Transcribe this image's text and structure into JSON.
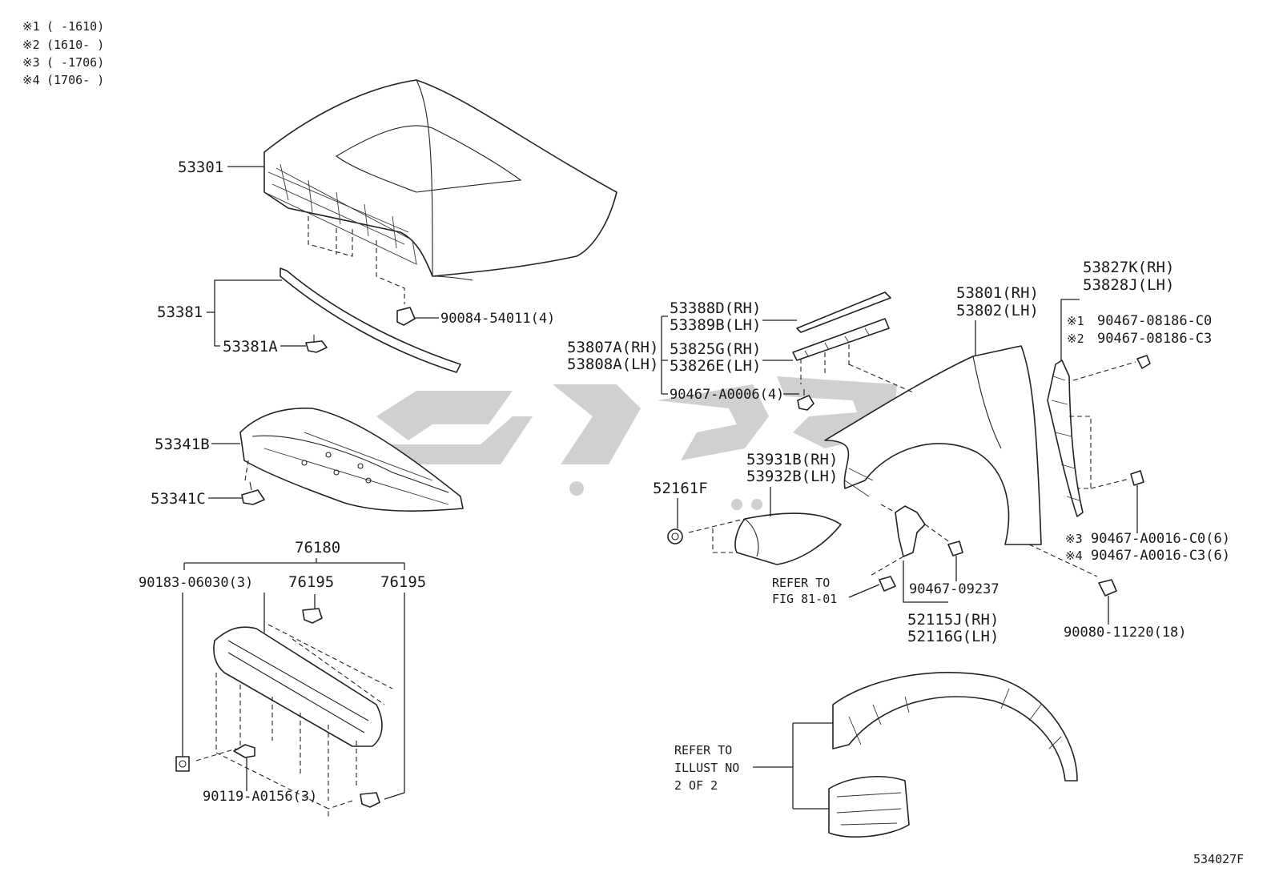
{
  "notes": [
    {
      "mark": "※1",
      "range": "(      -1610)"
    },
    {
      "mark": "※2",
      "range": "(1610-      )"
    },
    {
      "mark": "※3",
      "range": "(      -1706)"
    },
    {
      "mark": "※4",
      "range": "(1706-      )"
    }
  ],
  "labels": {
    "hood": "53301",
    "seal_group": "53381",
    "seal_clip": "53381A",
    "cushion": "90084-54011(4)",
    "insulator": "53341B",
    "insulator_clip": "53341C",
    "scoop_group": "76180",
    "nut": "90183-06030(3)",
    "scoop_clip_a": "76195",
    "scoop_clip_b": "76195",
    "bolt": "90119-A0156(3)",
    "fender_rh": "53801(RH)",
    "fender_lh": "53802(LH)",
    "seal_group_rh": "53807A(RH)",
    "seal_group_lh": "53808A(LH)",
    "seal_a_rh": "53388D(RH)",
    "seal_a_lh": "53389B(LH)",
    "seal_b_rh": "53825G(RH)",
    "seal_b_lh": "53826E(LH)",
    "seal_clip2": "90467-A0006(4)",
    "liner_rh": "53827K(RH)",
    "liner_lh": "53828J(LH)",
    "clip_n1_mark": "※1",
    "clip_n1": "90467-08186-C0",
    "clip_n2_mark": "※2",
    "clip_n2": "90467-08186-C3",
    "clip_n3_mark": "※3",
    "clip_n3": "90467-A0016-C0(6)",
    "clip_n4_mark": "※4",
    "clip_n4": "90467-A0016-C3(6)",
    "fender_bolt": "90080-11220(18)",
    "cover_rh": "53931B(RH)",
    "cover_lh": "53932B(LH)",
    "grommet": "52161F",
    "refer_fig_1": "REFER TO",
    "refer_fig_2": "FIG 81-01",
    "screw": "90467-09237",
    "bracket_rh": "52115J(RH)",
    "bracket_lh": "52116G(LH)",
    "refer_illust_1": "REFER TO",
    "refer_illust_2": "ILLUST NO",
    "refer_illust_3": "2 OF 2",
    "figure_id": "534027F"
  }
}
